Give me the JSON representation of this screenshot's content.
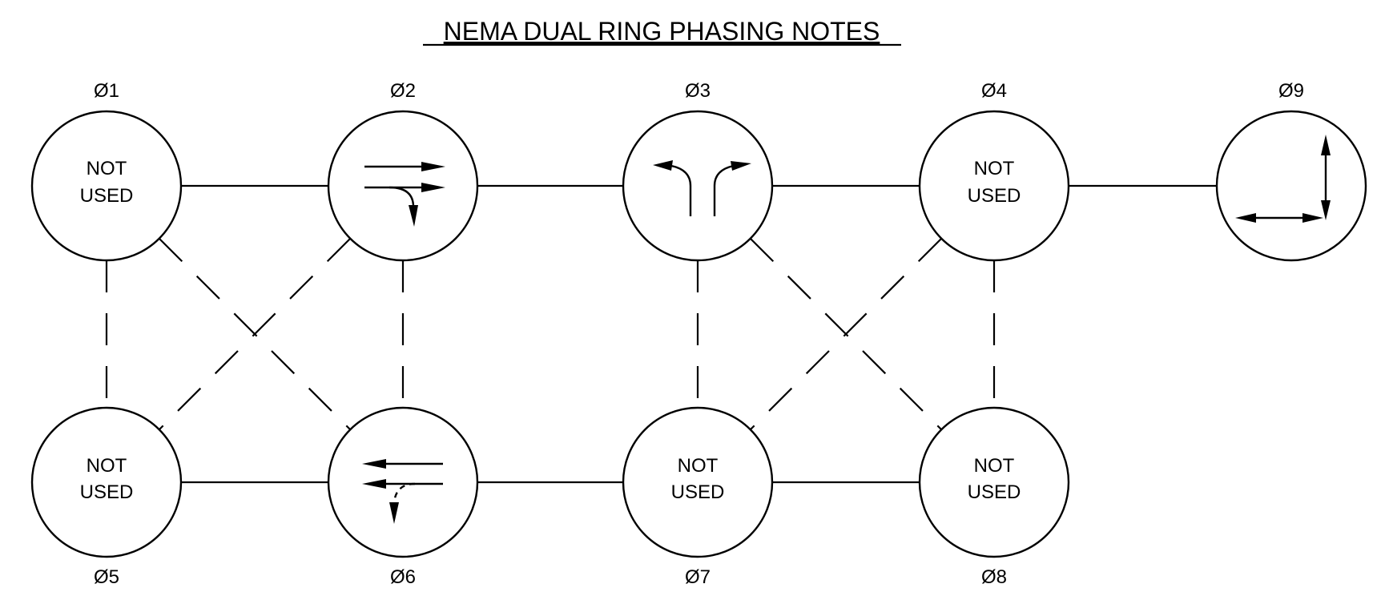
{
  "title": "NEMA DUAL RING PHASING NOTES",
  "phases": {
    "p1": {
      "label": "Ø1",
      "line1": "NOT",
      "line2": "USED"
    },
    "p2": {
      "label": "Ø2",
      "movement": "eastbound through and right turn"
    },
    "p3": {
      "label": "Ø3",
      "movement": "northbound left turns"
    },
    "p4": {
      "label": "Ø4",
      "line1": "NOT",
      "line2": "USED"
    },
    "p9": {
      "label": "Ø9",
      "movement": "pedestrian crossings"
    },
    "p5": {
      "label": "Ø5",
      "line1": "NOT",
      "line2": "USED"
    },
    "p6": {
      "label": "Ø6",
      "movement": "westbound through and permissive left turn"
    },
    "p7": {
      "label": "Ø7",
      "line1": "NOT",
      "line2": "USED"
    },
    "p8": {
      "label": "Ø8",
      "line1": "NOT",
      "line2": "USED"
    }
  },
  "colors": {
    "ink": "#000000",
    "background": "#ffffff"
  }
}
